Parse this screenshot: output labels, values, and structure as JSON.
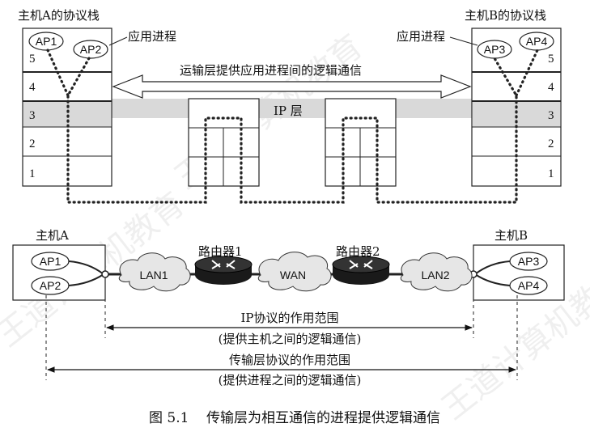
{
  "top": {
    "stackA_title": "主机A的协议栈",
    "stackB_title": "主机B的协议栈",
    "layers": [
      "5",
      "4",
      "3",
      "2",
      "1"
    ],
    "ap1": "AP1",
    "ap2": "AP2",
    "ap3": "AP3",
    "ap4": "AP4",
    "app_process_left": "应用进程",
    "app_process_right": "应用进程",
    "transport_comm": "运输层提供应用进程间的逻辑通信",
    "ip_layer": "IP 层"
  },
  "bottom": {
    "hostA": "主机A",
    "hostB": "主机B",
    "ap1": "AP1",
    "ap2": "AP2",
    "ap3": "AP3",
    "ap4": "AP4",
    "lan1": "LAN1",
    "lan2": "LAN2",
    "wan": "WAN",
    "router1": "路由器1",
    "router2": "路由器2",
    "ip_scope_line1": "IP协议的作用范围",
    "ip_scope_line2": "(提供主机之间的逻辑通信)",
    "transport_scope_line1": "传输层协议的作用范围",
    "transport_scope_line2": "(提供进程之间的逻辑通信)"
  },
  "caption": "图 5.1    传输层为相互通信的进程提供逻辑通信",
  "watermark": [
    "王道计算机教育",
    "王道计算机教育",
    "王道计算机教育"
  ],
  "colors": {
    "ip_band": "#d9d9d9",
    "cloud": "#e6e6e6",
    "router": "#1a1a1a"
  }
}
